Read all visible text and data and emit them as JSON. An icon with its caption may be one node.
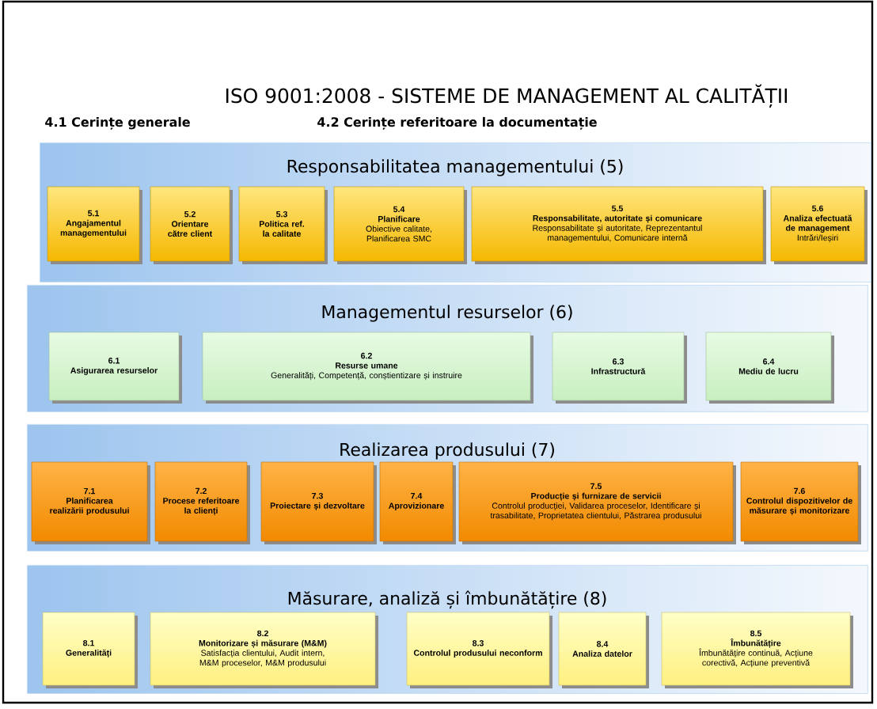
{
  "diagram": {
    "title": "ISO 9001:2008 - SISTEME DE MANAGEMENT AL CALITĂȚII",
    "nodes": [
      {
        "text": [
          "Responsabilitatea managementului (5)"
        ]
      },
      {
        "text": [
          "5.1",
          "Angajamentul managementului"
        ],
        "in": 0
      },
      {
        "text": [
          "5.2",
          "Orientare către client"
        ],
        "in": 0
      },
      {
        "text": [
          "5.3",
          "Politica ref. la calitate"
        ],
        "in": 0
      },
      {
        "text": [
          "5.4",
          "Planificare",
          "Obiective calitate, Planificarea SMC"
        ],
        "in": 0
      },
      {
        "text": [
          "5.5",
          "Responsabilitate, autoritate și comunicare",
          "Responsabilitate și autoritate, Reprezentantul managementului, Comunicare internă"
        ],
        "in": 0
      },
      {
        "text": [
          "5.6",
          "Analiza efectuată de management",
          "Intrări/Ieșiri"
        ],
        "in": 0
      },
      {
        "text": [
          "Managementul resurselor (6)"
        ]
      },
      {
        "text": [
          "6.1",
          "Asigurarea resurselor"
        ],
        "in": 7
      },
      {
        "text": [
          "6.2",
          "Resurse umane",
          "Generalități, Competență, conștientizare și instruire"
        ],
        "in": 7
      },
      {
        "text": [
          "6.3",
          "Infrastructură"
        ],
        "in": 7
      },
      {
        "text": [
          "6.4",
          "Mediu de lucru"
        ],
        "in": 7
      },
      {
        "text": [
          "Realizarea produsului (7)"
        ]
      },
      {
        "text": [
          "7.1",
          "Planificarea realizării produsului"
        ],
        "in": 12
      },
      {
        "text": [
          "7.2",
          "Procese referitoare la clienți"
        ],
        "in": 12
      },
      {
        "text": [
          "7.3",
          "Proiectare și dezvoltare"
        ],
        "in": 12
      },
      {
        "text": [
          "7.4",
          "Aprovizionare"
        ],
        "in": 12
      },
      {
        "text": [
          "7.5",
          "Producție și furnizare de servicii",
          "Controlul producției, Validarea proceselor, Identificare și trasabilitate, Proprietatea clientului, Păstrarea produsului"
        ],
        "in": 12
      },
      {
        "text": [
          "7.6",
          "Controlul dispozitivelor de măsurare și monitorizare"
        ],
        "in": 12
      },
      {
        "text": [
          "Măsurare, analiză și îmbunătățire (8)"
        ]
      },
      {
        "text": [
          "8.1",
          "Generalități"
        ],
        "in": 19
      },
      {
        "text": [
          "8.2",
          "Monitorizare și măsurare (M&M)",
          "Satisfacția clientului, Audit intern, M&M proceselor, M&M produsului"
        ],
        "in": 19
      },
      {
        "text": [
          "8.3",
          "Controlul produsului neconform"
        ],
        "in": 19
      },
      {
        "text": [
          "8.4",
          "Analiza datelor"
        ],
        "in": 19
      },
      {
        "text": [
          "8.5",
          "Îmbunătățire",
          "Îmbunătățire continuă, Acțiune corectivă, Acțiune preventivă"
        ],
        "in": 19
      }
    ],
    "labels": [
      "4.1 Cerințe generale",
      "4.2 Cerințe referitoare la documentație"
    ]
  }
}
